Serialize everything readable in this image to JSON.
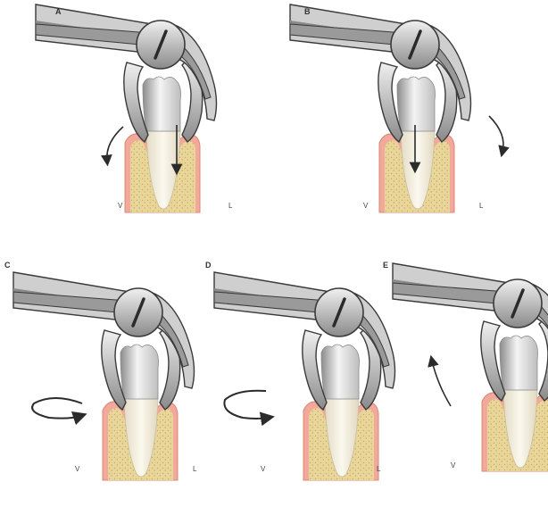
{
  "panels": [
    {
      "id": "A",
      "label": "A",
      "side_left": "V",
      "side_right": "L",
      "motion": "apical"
    },
    {
      "id": "B",
      "label": "B",
      "side_left": "V",
      "side_right": "L",
      "motion": "apical"
    },
    {
      "id": "C",
      "label": "C",
      "side_left": "V",
      "side_right": "L",
      "motion": "rotate-buccal"
    },
    {
      "id": "D",
      "label": "D",
      "side_left": "V",
      "side_right": "L",
      "motion": "rotate-lingual"
    },
    {
      "id": "E",
      "label": "E",
      "side_left": "V",
      "side_right": "",
      "motion": "extract"
    }
  ],
  "colors": {
    "bone": "#e9d69a",
    "bone_speckle": "#c9a85a",
    "gingiva": "#f2a89b",
    "gingiva_edge": "#d98876",
    "root": "#f6f1e2",
    "crown": "#e6e6e6",
    "crown_shadow": "#9a9a9a",
    "forceps_light": "#dcdcdc",
    "forceps_mid": "#a9a9a9",
    "forceps_dark": "#3a3a3a",
    "arrow": "#2b2b2b"
  }
}
